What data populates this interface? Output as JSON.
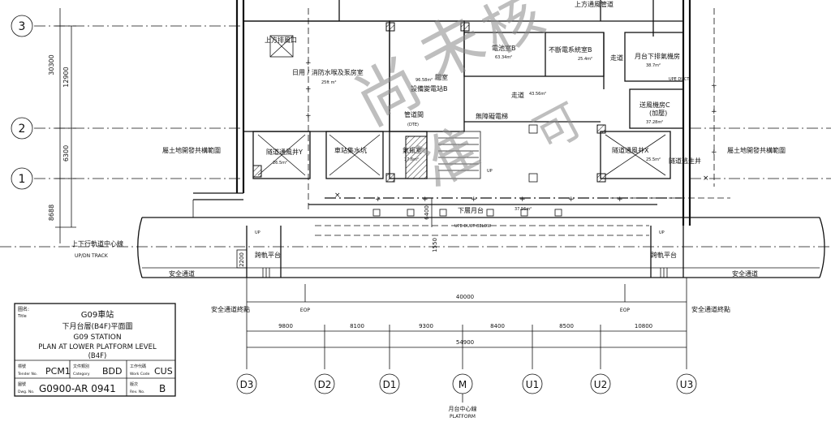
{
  "grid": {
    "rows": [
      "3",
      "2",
      "1"
    ],
    "cols": [
      "D3",
      "D2",
      "D1",
      "M",
      "U1",
      "U2",
      "U3"
    ],
    "left_dims": [
      "30300",
      "12900",
      "6300",
      "8688"
    ]
  },
  "rooms": {
    "fan_opening": "上方排風口",
    "fire_pump": "日用 / 消防水喉及泵房室",
    "fire_pump_area": "25ft m²",
    "sub_station": "設備變電站B",
    "sub_station_area": "96.58m²",
    "battery_b": "電池室B",
    "battery_b_area": "63.34m²",
    "ups_b": "不斷電系統室B",
    "ups_b_area": "25.4m²",
    "upper_fan_duct": "上方通風管道",
    "corridor": "走道",
    "corridor_area": "43.56m²",
    "platform_exhaust": "月台下排氣機房",
    "platform_exhaust_area": "38.7m²",
    "upe_duct": "UPE DUCT",
    "pipe_room": "管道間",
    "pipe_room_sub": "(DTE)",
    "valve_room": "閥室",
    "gas_room": "氣瓶室",
    "gas_room_area": "17.6m²",
    "barrier_free_lift": "無障礙電梯",
    "supply_fan_c": "送風機房C",
    "supply_fan_c_sub": "(加壓)",
    "supply_fan_c_area": "37.28m²",
    "shaft_y": "隧道通風井Y",
    "shaft_y_area": "26.5m²",
    "sump": "車站集水坑",
    "shaft_x": "隧道通風井X",
    "shaft_x_area": "25.5m²",
    "escape_shaft": "隧道逃生井",
    "lower_platform": "下層月台",
    "lower_platform_area": "37.56m²",
    "upe_duct_below": "UPE DUCT BELOW",
    "land_dev_left": "屬土地開發共構範圍",
    "land_dev_right": "屬土地開發共構範圍",
    "track_center": "上下行軌道中心線",
    "track_label": "UP/DN TRACK",
    "cross_left": "跨軌平台",
    "cross_right": "跨軌平台",
    "up": "UP",
    "safety_left": "安全通道",
    "safety_right": "安全通道",
    "safety_end_left": "安全通道終點",
    "safety_end_right": "安全通道終點",
    "eop_left": "EOP",
    "eop_right": "EOP",
    "dim_2200": "2200",
    "dim_1550": "1550",
    "dim_6400": "6400",
    "dim_40000": "40000",
    "dim_54900": "54900",
    "bay_dims": [
      "9800",
      "8100",
      "9300",
      "8400",
      "8500",
      "10800"
    ],
    "platform_center": "月台中心線",
    "platform_en": "PLATFORM"
  },
  "title_block": {
    "title_label": "圖名:",
    "title_label_en": "Title",
    "station_zh": "G09車站",
    "plan_zh": "下月台層(B4F)平面圖",
    "station_en": "G09 STATION",
    "plan_en": "PLAN AT LOWER PLATFORM LEVEL",
    "level_en": "(B4F)",
    "tender_label": "標號",
    "tender_label_en": "Tender No.",
    "tender_value": "PCM1",
    "category_label": "文件類別",
    "category_label_en": "Category",
    "category_value": "BDD",
    "work_label": "工作代碼",
    "work_label_en": "Work Code",
    "work_value": "CUS",
    "dwg_label": "圖號",
    "dwg_label_en": "Dwg. No.",
    "dwg_value": "G0900-AR 0941",
    "rev_label": "版次",
    "rev_label_en": "Rev. No.",
    "rev_value": "B"
  },
  "watermark": [
    "尚",
    "未",
    "核",
    "准",
    "可"
  ]
}
